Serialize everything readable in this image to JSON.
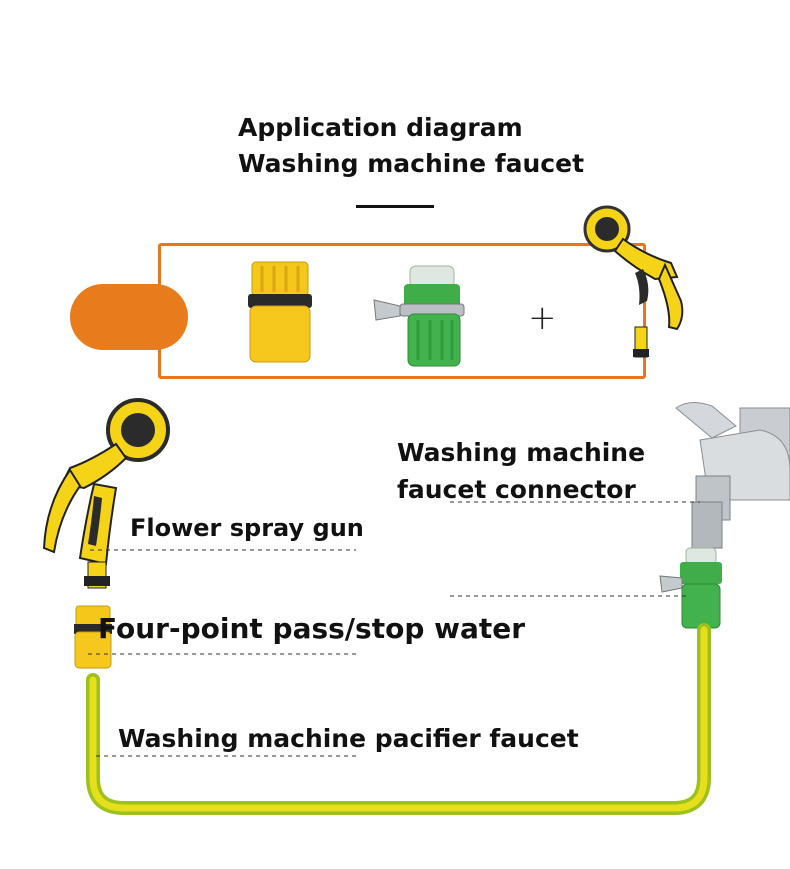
{
  "title": {
    "line1": "Application diagram",
    "line2": "Washing machine faucet"
  },
  "kit": {
    "plus_sign": "+"
  },
  "labels": {
    "flower_spray_gun": "Flower spray gun",
    "four_point": "Four-point pass/stop water",
    "pacifier_faucet": "Washing machine pacifier faucet",
    "connector_line1": "Washing machine",
    "connector_line2": "faucet connector"
  },
  "colors": {
    "accent_orange": "#e8761f",
    "hose_yellow": "#e6df1a",
    "hose_green": "#9dc21d",
    "gun_yellow": "#f5d418",
    "connector_green": "#3fae49"
  },
  "icons": [
    "spray-gun-icon",
    "quick-connector-icon",
    "faucet-adapter-icon",
    "faucet-icon",
    "hose-icon"
  ]
}
